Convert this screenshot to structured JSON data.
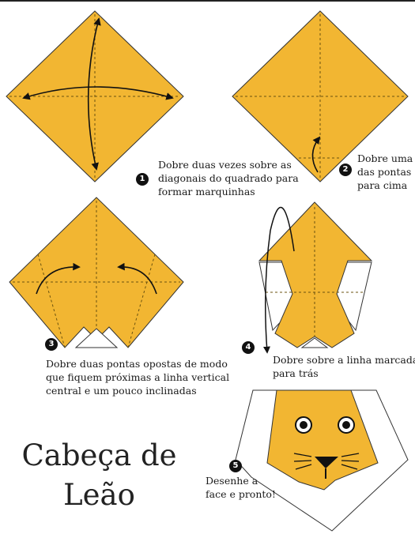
{
  "title": {
    "line1": "Cabeça de",
    "line2": "Leão"
  },
  "colors": {
    "paper": "#F2B632",
    "white_side": "#FFFFFF",
    "outline": "#111111"
  },
  "steps": [
    {
      "number": "1",
      "lines": [
        "Dobre duas vezes sobre as",
        "diagonais do quadrado para",
        "formar marquinhas"
      ]
    },
    {
      "number": "2",
      "lines": [
        "Dobre uma",
        "das pontas",
        "para cima"
      ]
    },
    {
      "number": "3",
      "lines": [
        "Dobre duas pontas opostas de modo",
        "que fiquem próximas a linha vertical",
        "central e um pouco inclinadas"
      ]
    },
    {
      "number": "4",
      "lines": [
        "Dobre sobre a linha marcada",
        "para trás"
      ]
    },
    {
      "number": "5",
      "lines": [
        "Desenhe a",
        "face e pronto!"
      ]
    }
  ]
}
